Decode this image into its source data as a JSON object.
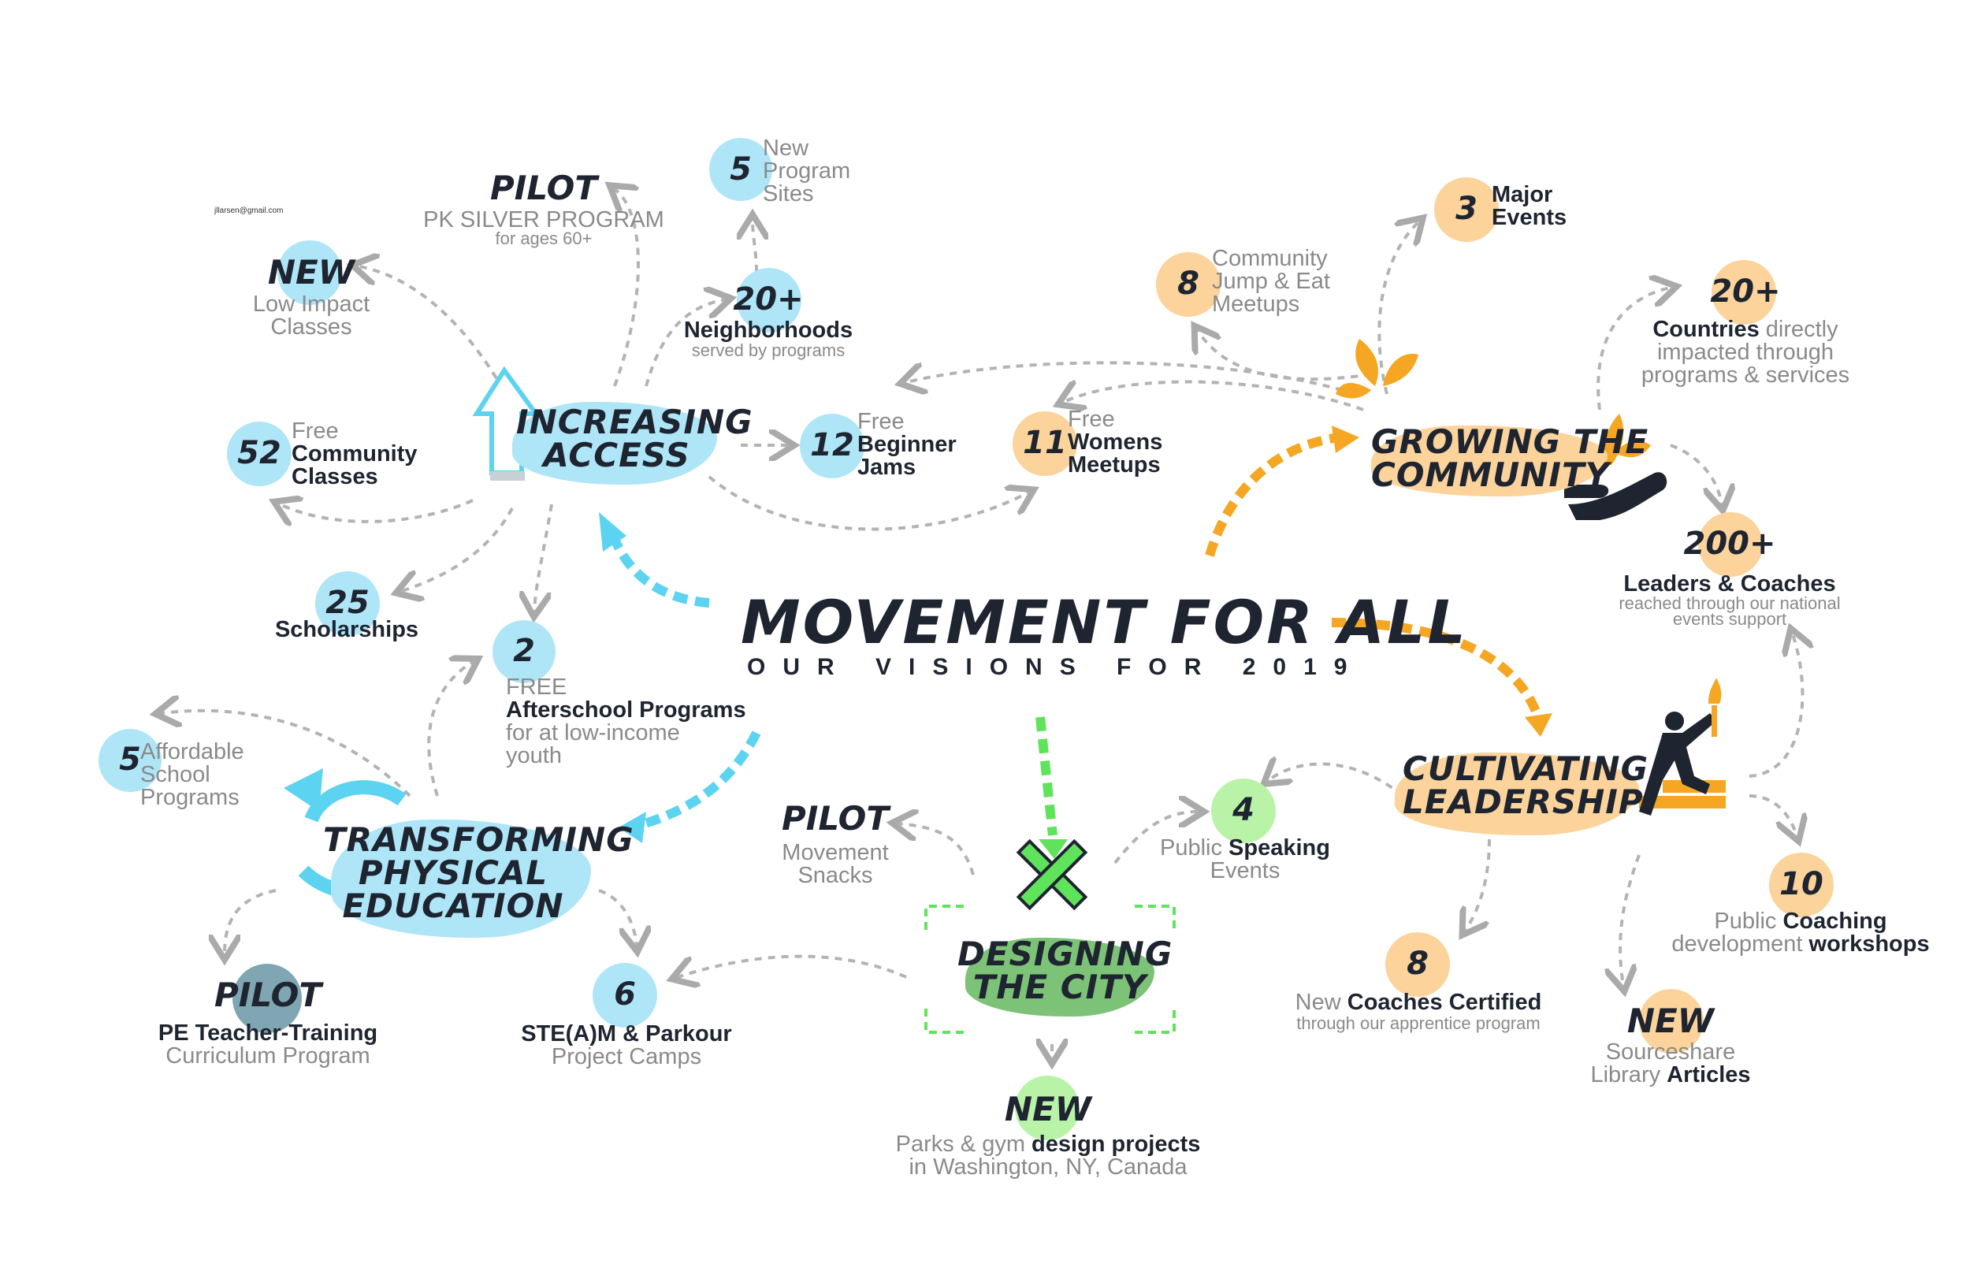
{
  "title": "MOVEMENT FOR ALL",
  "subtitle": "OUR VISIONS FOR 2019",
  "email": "jllarsen@gmail.com",
  "colors": {
    "blue": "#aee6f8",
    "blue_accent": "#5cd3f1",
    "orange": "#fbd39b",
    "orange_accent": "#f5a623",
    "green": "#b9f3a8",
    "green_accent": "#5fe35a",
    "dark": "#1e2430",
    "grey": "#8a8a8a"
  },
  "hubs": {
    "increasing_access": {
      "line1": "INCREASING",
      "line2": "ACCESS"
    },
    "growing_community": {
      "line1": "GROWING THE",
      "line2": "COMMUNITY"
    },
    "cultivating_leadership": {
      "line1": "CULTIVATING",
      "line2": "LEADERSHIP"
    },
    "transforming_pe": {
      "line1": "TRANSFORMING",
      "line2": "PHYSICAL",
      "line3": "EDUCATION"
    },
    "designing_city": {
      "line1": "DESIGNING",
      "line2": "THE CITY"
    }
  },
  "items": {
    "pilot_pk": {
      "num": "PILOT",
      "l1": "PK SILVER PROGRAM",
      "l2": "for ages 60+"
    },
    "new_sites": {
      "num": "5",
      "l1": "New",
      "l2": "Program",
      "l3": "Sites"
    },
    "new_low_impact": {
      "num": "NEW",
      "l1": "Low Impact",
      "l2": "Classes"
    },
    "neighborhoods": {
      "num": "20+",
      "l1": "Neighborhoods",
      "l2": "served by programs"
    },
    "community_classes": {
      "num": "52",
      "l1": "Free",
      "l2": "Community",
      "l3": "Classes"
    },
    "beginner_jams": {
      "num": "12",
      "l1": "Free",
      "l2": "Beginner",
      "l3": "Jams"
    },
    "womens_meetups": {
      "num": "11",
      "l1": "Free",
      "l2": "Womens",
      "l3": "Meetups"
    },
    "scholarships": {
      "num": "25",
      "l1": "Scholarships"
    },
    "afterschool": {
      "num": "2",
      "l1": "FREE",
      "l2": "Afterschool Programs",
      "l3": "for at low-income",
      "l4": "youth"
    },
    "affordable_school": {
      "num": "5",
      "l1": "Affordable",
      "l2": "School",
      "l3": "Programs"
    },
    "pe_training": {
      "num": "PILOT",
      "l1": "PE Teacher-Training",
      "l2": "Curriculum Program"
    },
    "steam": {
      "num": "6",
      "l1": "STE(A)M & Parkour",
      "l2": "Project Camps"
    },
    "movement_snacks": {
      "num": "PILOT",
      "l1": "Movement",
      "l2": "Snacks"
    },
    "design_projects": {
      "num": "NEW",
      "l1a": "Parks & gym ",
      "l1b": "design projects",
      "l2": "in Washington, NY, Canada"
    },
    "speaking": {
      "num": "4",
      "l1a": "Public ",
      "l1b": "Speaking",
      "l2": "Events"
    },
    "major_events": {
      "num": "3",
      "l1": "Major",
      "l2": "Events"
    },
    "jump_eat": {
      "num": "8",
      "l1": "Community",
      "l2": "Jump & Eat",
      "l3": "Meetups"
    },
    "countries": {
      "num": "20+",
      "l1a": "Countries",
      "l1b": " directly",
      "l2": "impacted through",
      "l3": "programs & services"
    },
    "leaders": {
      "num": "200+",
      "l1": "Leaders & Coaches",
      "l2": "reached through our national",
      "l3": "events support"
    },
    "coaching_workshops": {
      "num": "10",
      "l1a": "Public ",
      "l1b": "Coaching",
      "l2a": "development ",
      "l2b": "workshops"
    },
    "coaches_certified": {
      "num": "8",
      "l1a": "New ",
      "l1b": "Coaches Certified",
      "l2": "through our apprentice program"
    },
    "sourceshare": {
      "num": "NEW",
      "l1": "Sourceshare",
      "l2a": "Library ",
      "l2b": "Articles"
    }
  }
}
